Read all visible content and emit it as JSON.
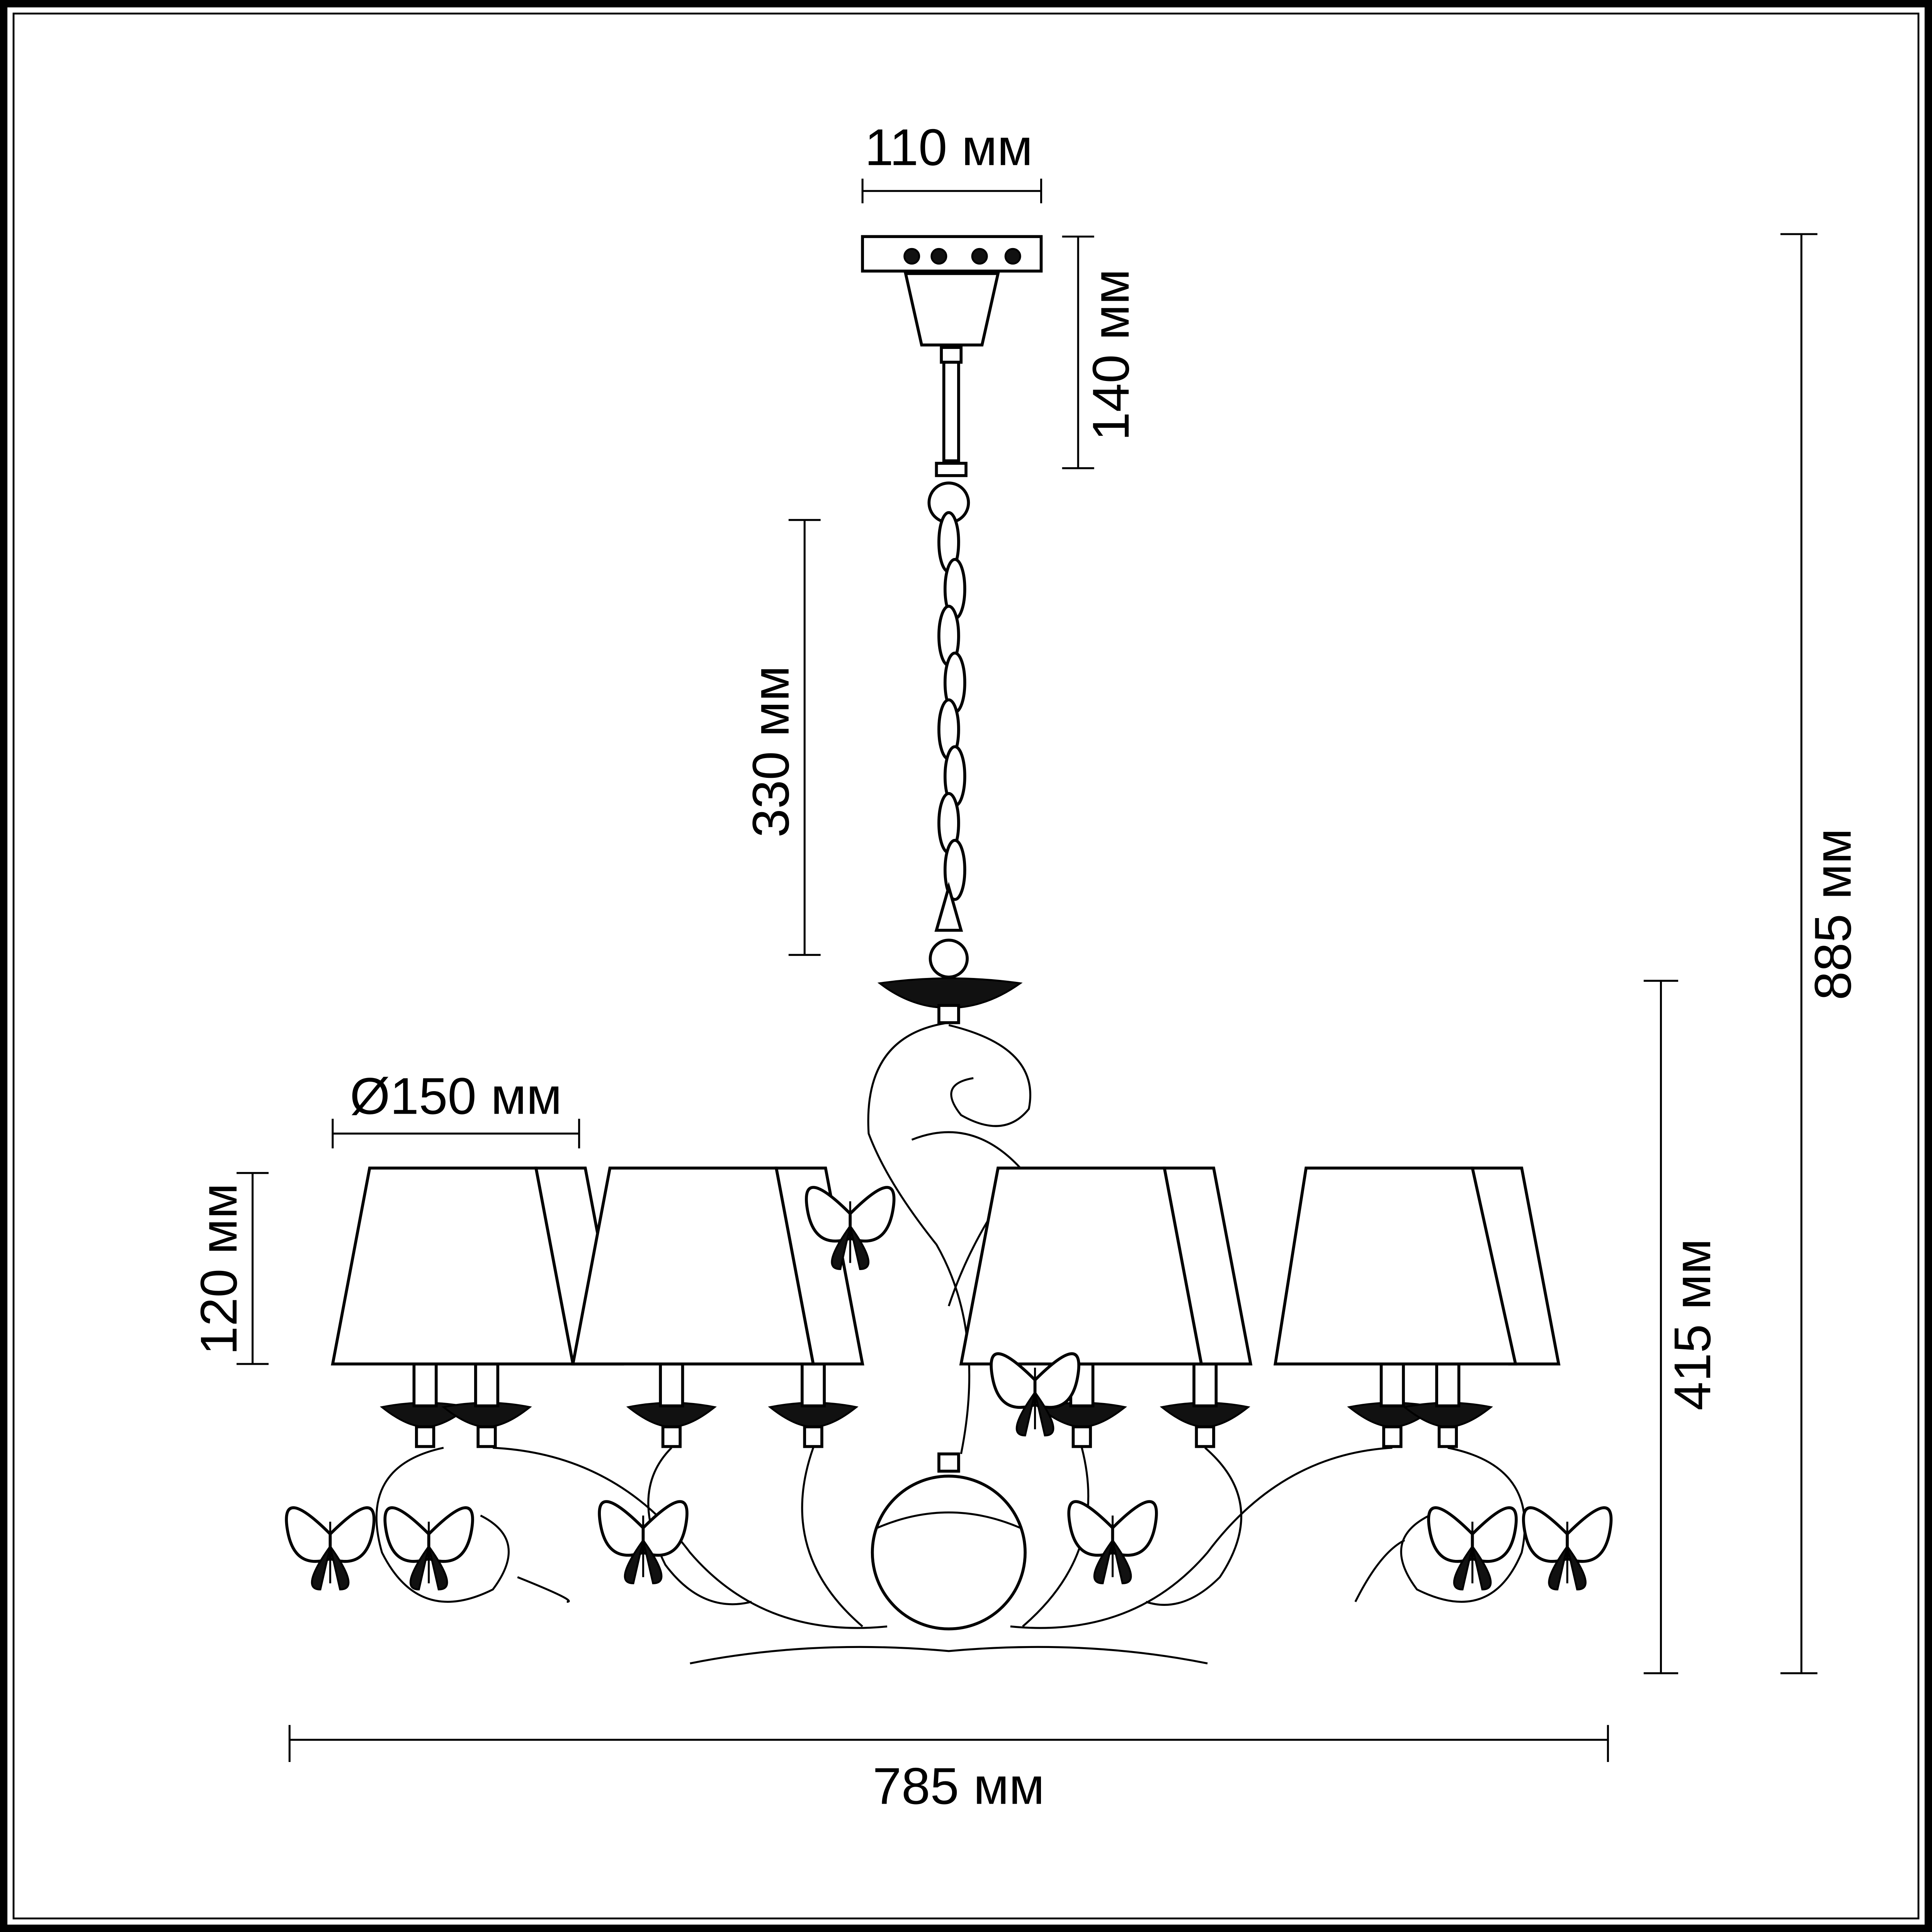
{
  "drawing": {
    "subject": "chandelier",
    "dimensions": {
      "canopy_width": "110 мм",
      "canopy_height": "140 мм",
      "chain_length": "330 мм",
      "total_height": "885 мм",
      "body_height": "415 мм",
      "shade_diameter": "Ø150 мм",
      "shade_height": "120 мм",
      "total_width": "785 мм"
    }
  }
}
